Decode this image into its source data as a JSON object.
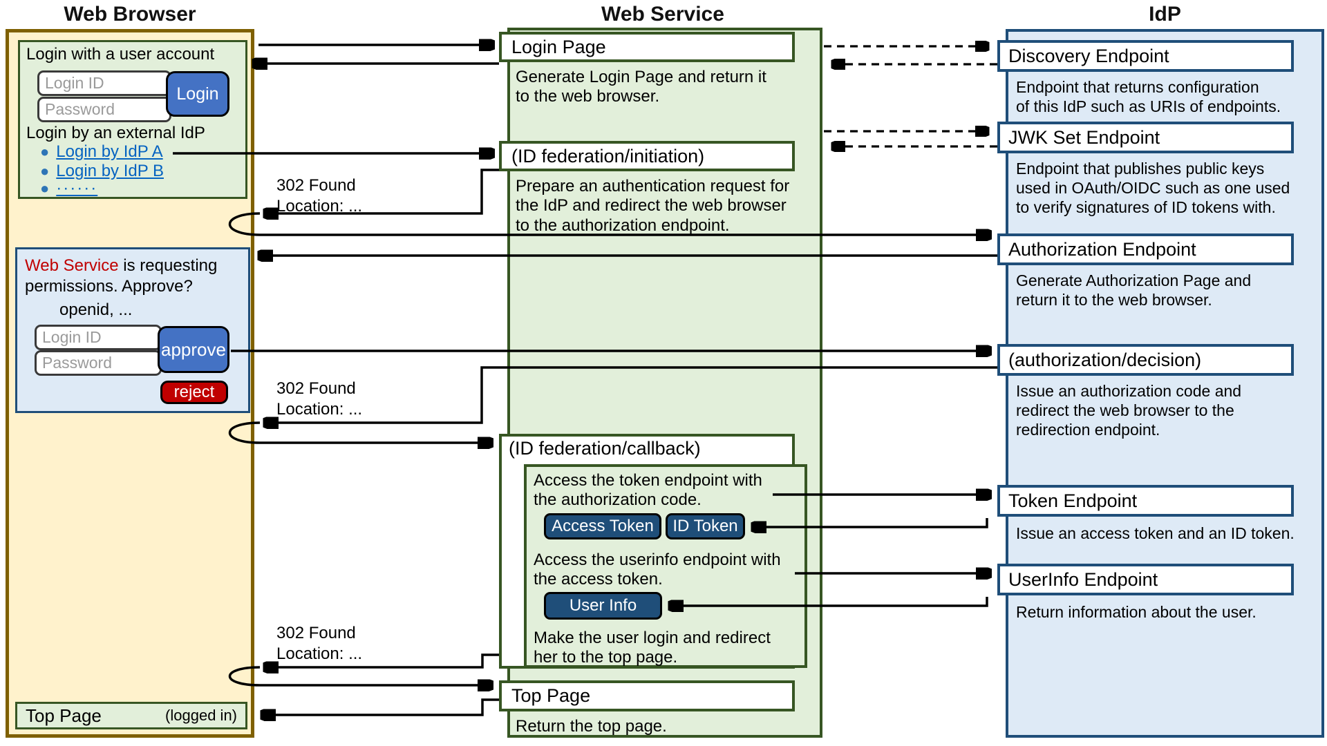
{
  "titles": {
    "browser": "Web Browser",
    "web_service": "Web Service",
    "idp": "IdP"
  },
  "redirect": {
    "line1": "302 Found",
    "line2": "Location: ..."
  },
  "browser": {
    "login_box": {
      "heading": "Login with a user account",
      "login_id_placeholder": "Login ID",
      "password_placeholder": "Password",
      "login_button": "Login",
      "external_heading": "Login by an external IdP",
      "links": [
        {
          "label": "Login by IdP A"
        },
        {
          "label": "Login by IdP B"
        },
        {
          "label": "······"
        }
      ]
    },
    "consent_box": {
      "service_name": "Web Service",
      "line1_rest": " is requesting",
      "line2": "permissions. Approve?",
      "scopes": "openid, ...",
      "login_id_placeholder": "Login ID",
      "password_placeholder": "Password",
      "approve_button": "approve",
      "reject_button": "reject"
    },
    "top_page": {
      "label": "Top Page",
      "status": "(logged in)"
    }
  },
  "web_service": {
    "login_page": {
      "title": "Login Page",
      "desc": "Generate Login Page and return it\nto the web browser."
    },
    "initiation": {
      "title": "(ID federation/initiation)",
      "desc": "Prepare an authentication request for\nthe IdP and redirect the web browser\nto the authorization endpoint."
    },
    "callback": {
      "title": "(ID federation/callback)",
      "token_text": "Access the token endpoint with\nthe authorization code.",
      "access_token_chip": "Access Token",
      "id_token_chip": "ID Token",
      "userinfo_text": "Access the userinfo endpoint with\nthe access token.",
      "user_info_chip": "User Info",
      "final_text": "Make the user login and redirect\nher to the top page."
    },
    "top_page": {
      "title": "Top Page",
      "desc": "Return the top page."
    }
  },
  "idp": {
    "endpoints": [
      {
        "title": "Discovery Endpoint",
        "desc": "Endpoint that returns configuration\nof this IdP such as URIs of endpoints."
      },
      {
        "title": "JWK Set Endpoint",
        "desc": "Endpoint that publishes public keys\nused in OAuth/OIDC such as one used\nto verify signatures of ID tokens with."
      },
      {
        "title": "Authorization Endpoint",
        "desc": "Generate Authorization Page and\nreturn it to the web browser."
      },
      {
        "title": "(authorization/decision)",
        "desc": "Issue an authorization code and\nredirect the web browser to the\nredirection endpoint."
      },
      {
        "title": "Token Endpoint",
        "desc": "Issue an access token and an ID token."
      },
      {
        "title": "UserInfo Endpoint",
        "desc": "Return information about the user."
      }
    ]
  },
  "colors": {
    "browser_fill": "#FFF2CC",
    "browser_border": "#7F6000",
    "green_fill": "#E2EFDA",
    "green_border": "#375623",
    "idp_fill": "#DEEAF6",
    "idp_border": "#1F4E79",
    "button_blue": "#4472C4",
    "button_red": "#C00000",
    "chip_blue": "#1F4E79",
    "link_blue": "#0563C1",
    "service_name_red": "#C00000"
  }
}
